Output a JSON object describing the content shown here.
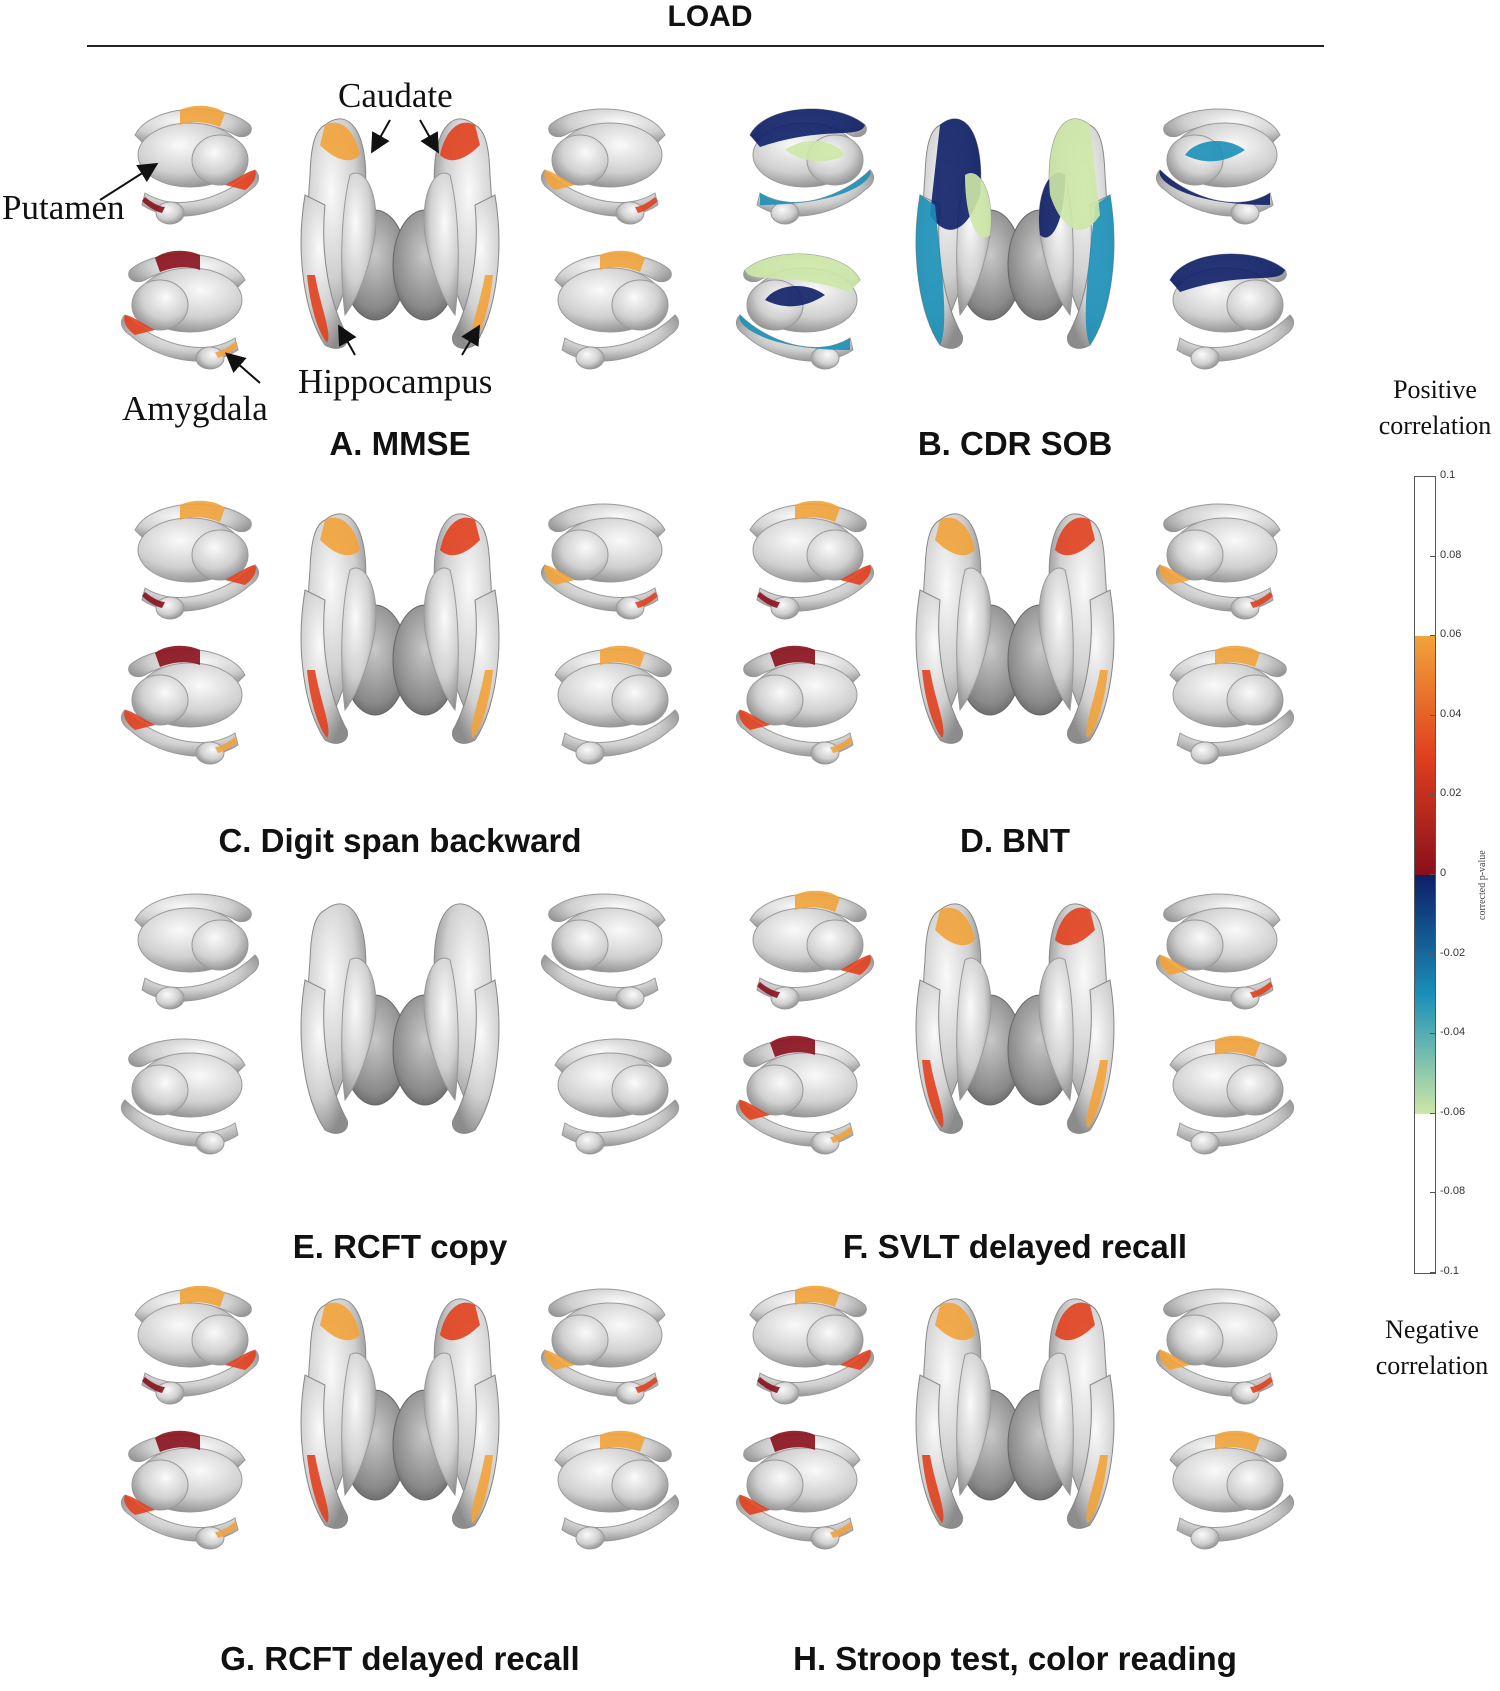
{
  "figure": {
    "title": "LOAD"
  },
  "anatomy_labels": {
    "caudate": "Caudate",
    "putamen": "Putamen",
    "hippocampus": "Hippocampus",
    "amygdala": "Amygdala"
  },
  "panels": [
    {
      "caption": "A. MMSE",
      "map": "positive"
    },
    {
      "caption": "B. CDR SOB",
      "map": "negative"
    },
    {
      "caption": "C. Digit span backward",
      "map": "positive"
    },
    {
      "caption": "D. BNT",
      "map": "positive"
    },
    {
      "caption": "E. RCFT copy",
      "map": "none"
    },
    {
      "caption": "F. SVLT delayed recall",
      "map": "positive"
    },
    {
      "caption": "G. RCFT delayed recall",
      "map": "positive"
    },
    {
      "caption": "H. Stroop test, color reading",
      "map": "positive"
    }
  ],
  "colorbar": {
    "top_label_line1": "Positive",
    "top_label_line2": "correlation",
    "bottom_label_line1": "Negative",
    "bottom_label_line2": "correlation",
    "axis_label": "corrected p-value",
    "ticks": [
      "0.1",
      "0.08",
      "0.06",
      "0.04",
      "0.02",
      "0",
      "-0.02",
      "-0.04",
      "-0.06",
      "-0.08",
      "-0.1"
    ],
    "colors": {
      "positive_high": "#f2a33a",
      "positive_mid": "#e0401e",
      "positive_low": "#8a0f1c",
      "negative_low": "#0d1f66",
      "negative_mid": "#1a8fb8",
      "negative_high": "#cde8a6",
      "neutral": "#ffffff"
    }
  }
}
